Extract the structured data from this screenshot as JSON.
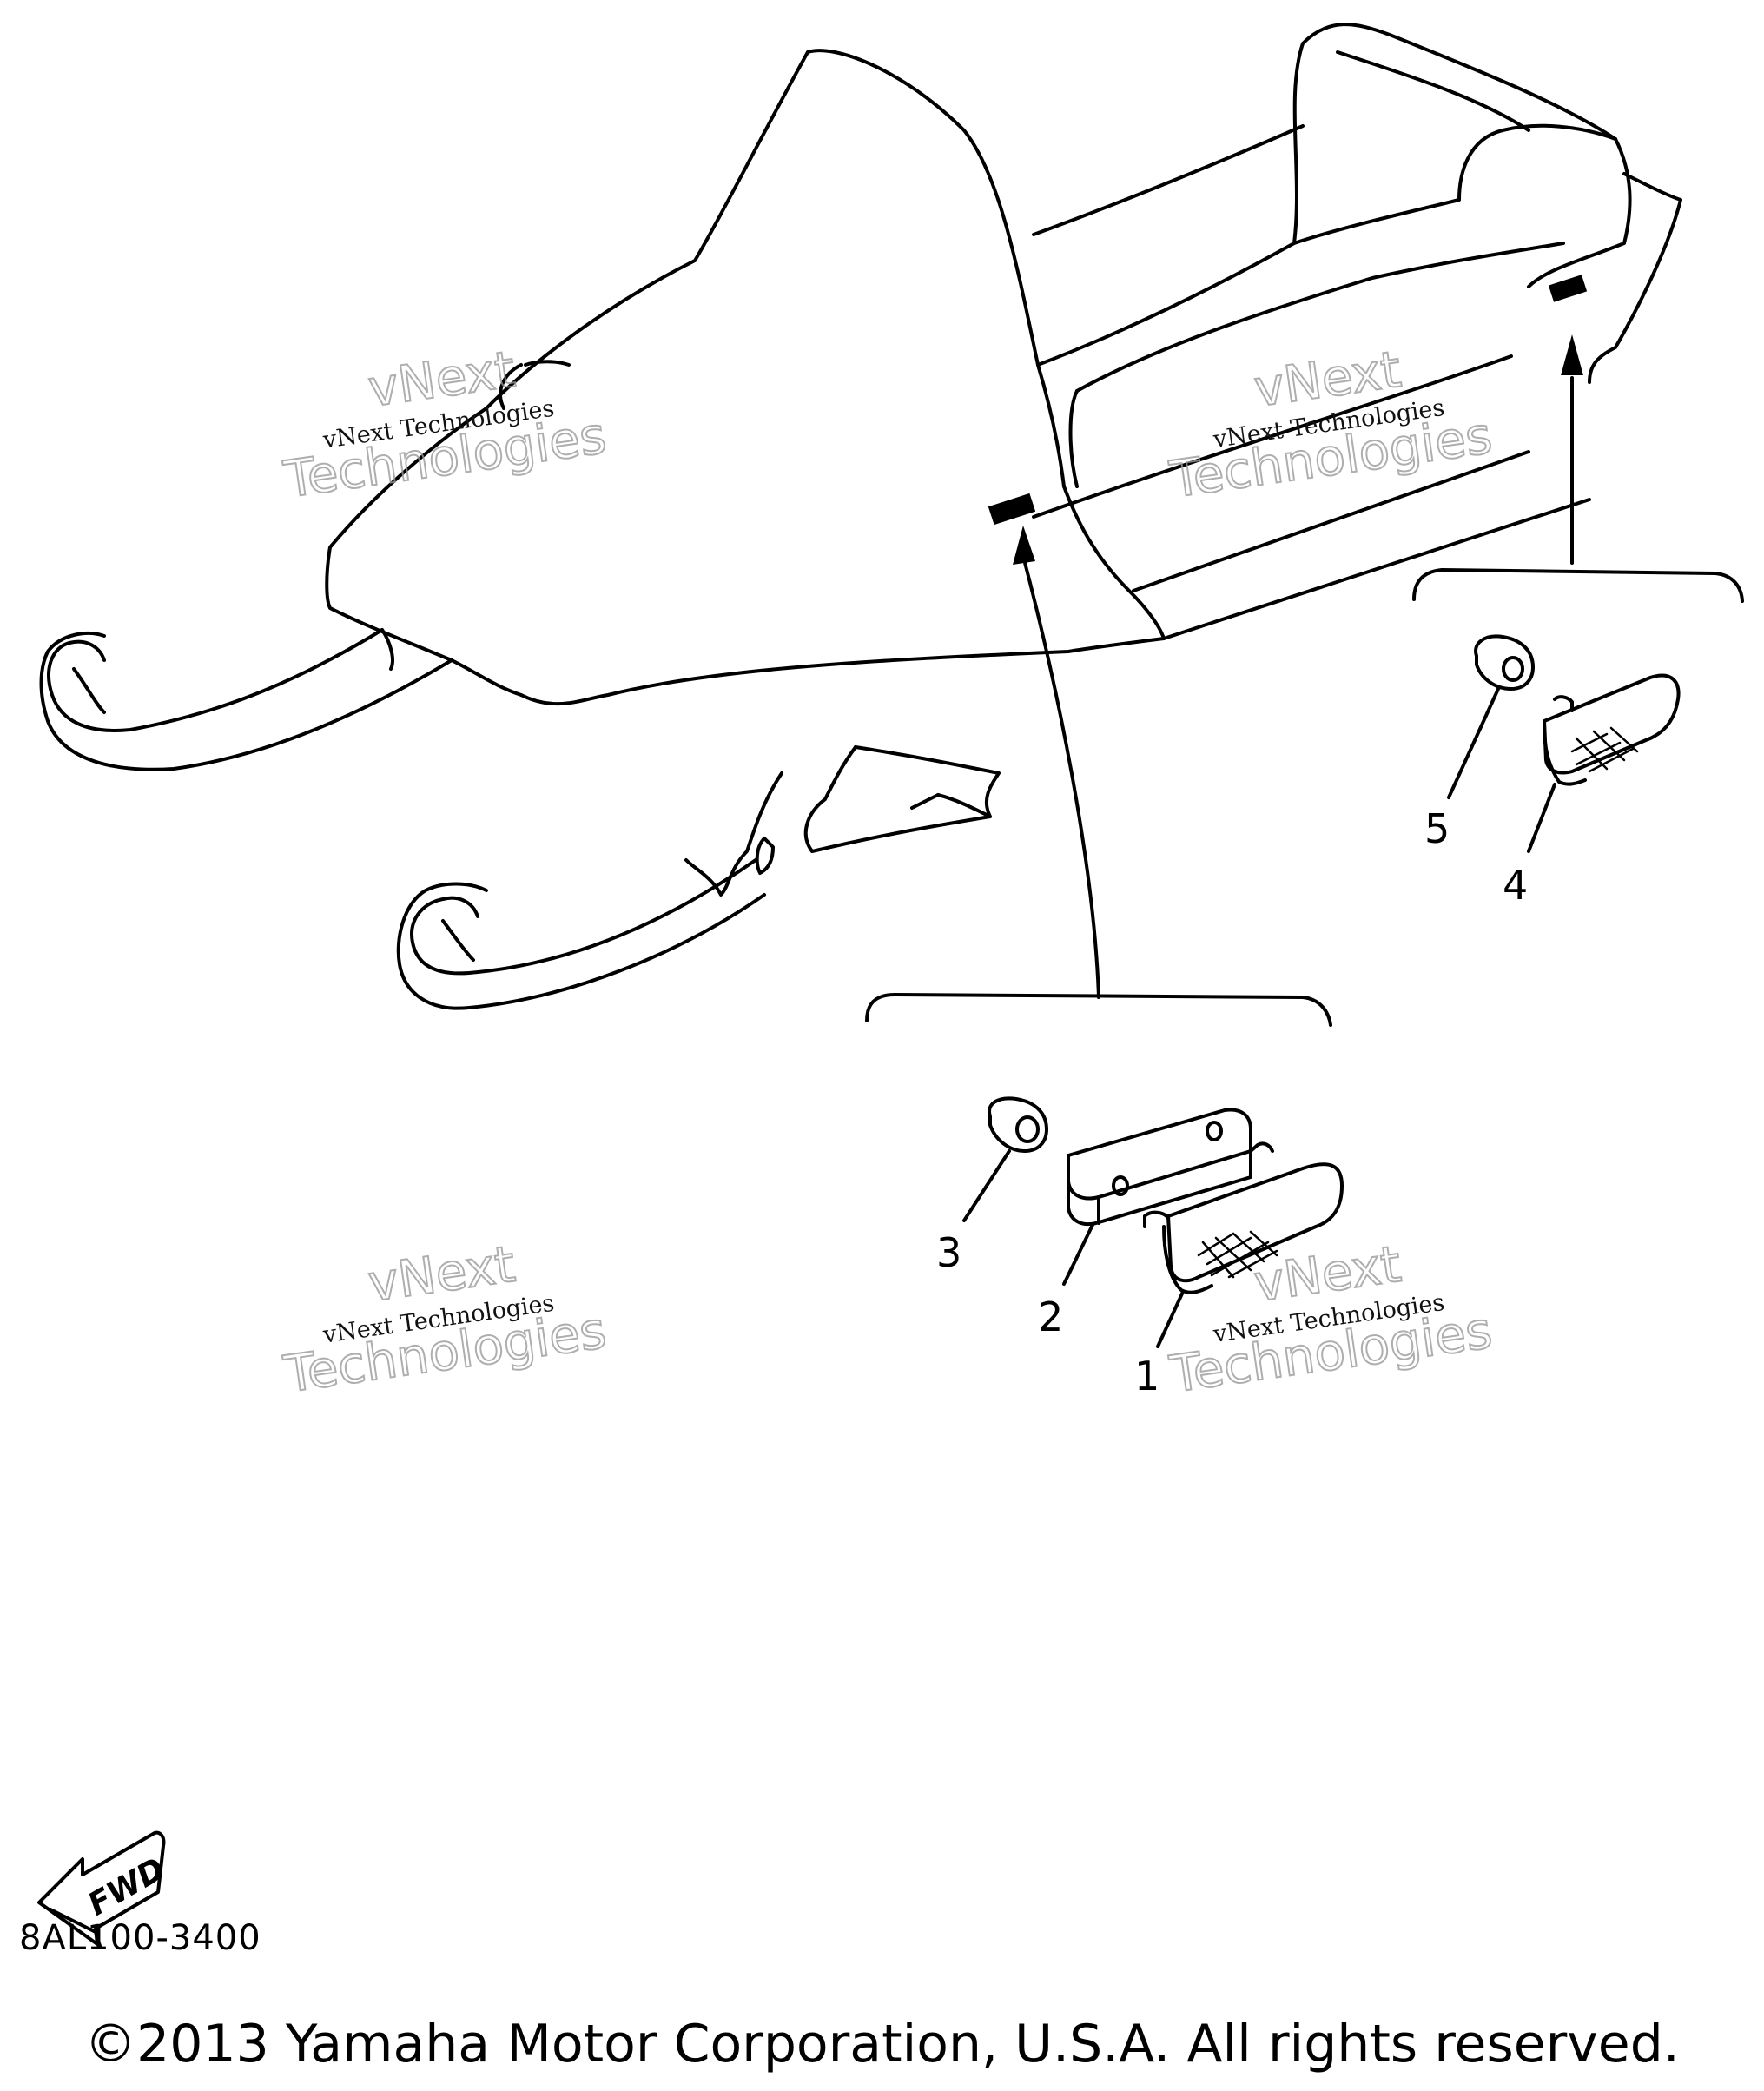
{
  "diagram": {
    "callouts": [
      {
        "id": "1",
        "label": "1"
      },
      {
        "id": "2",
        "label": "2"
      },
      {
        "id": "3",
        "label": "3"
      },
      {
        "id": "4",
        "label": "4"
      },
      {
        "id": "5",
        "label": "5"
      }
    ],
    "fwd_label": "FWD",
    "code": "8AL100-3400"
  },
  "watermark": {
    "line_small": "vNext Technologies",
    "line_big_1": "vNext",
    "line_big_2": "Technologies"
  },
  "footer": {
    "copyright": "©2013 Yamaha Motor Corporation, U.S.A. All rights reserved."
  }
}
